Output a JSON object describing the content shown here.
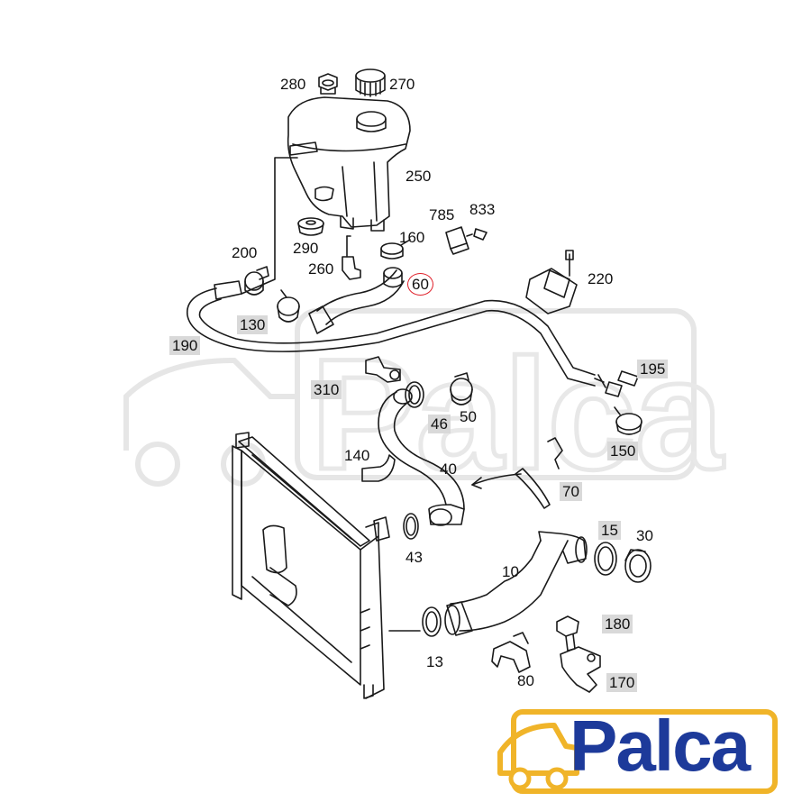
{
  "parts": [
    {
      "id": "p280",
      "text": "280",
      "boxed": false,
      "circled": false
    },
    {
      "id": "p270",
      "text": "270",
      "boxed": false,
      "circled": false
    },
    {
      "id": "p250",
      "text": "250",
      "boxed": false,
      "circled": false
    },
    {
      "id": "p785",
      "text": "785",
      "boxed": false,
      "circled": false
    },
    {
      "id": "p833",
      "text": "833",
      "boxed": false,
      "circled": false
    },
    {
      "id": "p200",
      "text": "200",
      "boxed": false,
      "circled": false
    },
    {
      "id": "p290",
      "text": "290",
      "boxed": false,
      "circled": false
    },
    {
      "id": "p160",
      "text": "160",
      "boxed": false,
      "circled": false
    },
    {
      "id": "p260",
      "text": "260",
      "boxed": false,
      "circled": false
    },
    {
      "id": "p60",
      "text": "60",
      "boxed": false,
      "circled": true
    },
    {
      "id": "p220",
      "text": "220",
      "boxed": false,
      "circled": false
    },
    {
      "id": "p130",
      "text": "130",
      "boxed": true,
      "circled": false
    },
    {
      "id": "p190",
      "text": "190",
      "boxed": true,
      "circled": false
    },
    {
      "id": "p310",
      "text": "310",
      "boxed": true,
      "circled": false
    },
    {
      "id": "p195",
      "text": "195",
      "boxed": true,
      "circled": false
    },
    {
      "id": "p46",
      "text": "46",
      "boxed": true,
      "circled": false
    },
    {
      "id": "p50",
      "text": "50",
      "boxed": false,
      "circled": false
    },
    {
      "id": "p150",
      "text": "150",
      "boxed": true,
      "circled": false
    },
    {
      "id": "p140",
      "text": "140",
      "boxed": false,
      "circled": false
    },
    {
      "id": "p40",
      "text": "40",
      "boxed": false,
      "circled": false
    },
    {
      "id": "p70",
      "text": "70",
      "boxed": true,
      "circled": false
    },
    {
      "id": "p43",
      "text": "43",
      "boxed": false,
      "circled": false
    },
    {
      "id": "p15",
      "text": "15",
      "boxed": true,
      "circled": false
    },
    {
      "id": "p30",
      "text": "30",
      "boxed": false,
      "circled": false
    },
    {
      "id": "p10",
      "text": "10",
      "boxed": false,
      "circled": false
    },
    {
      "id": "p180",
      "text": "180",
      "boxed": true,
      "circled": false
    },
    {
      "id": "p13",
      "text": "13",
      "boxed": false,
      "circled": false
    },
    {
      "id": "p80",
      "text": "80",
      "boxed": false,
      "circled": false
    },
    {
      "id": "p170",
      "text": "170",
      "boxed": true,
      "circled": false
    }
  ],
  "brand": {
    "name": "Palca",
    "text_color": "#1d3a9a",
    "accent_color": "#f0b429"
  },
  "colors": {
    "line": "#1a1a1a",
    "label_box": "#d9d9d9",
    "highlight": "#e0202a",
    "watermark": "#e6e6e6"
  }
}
